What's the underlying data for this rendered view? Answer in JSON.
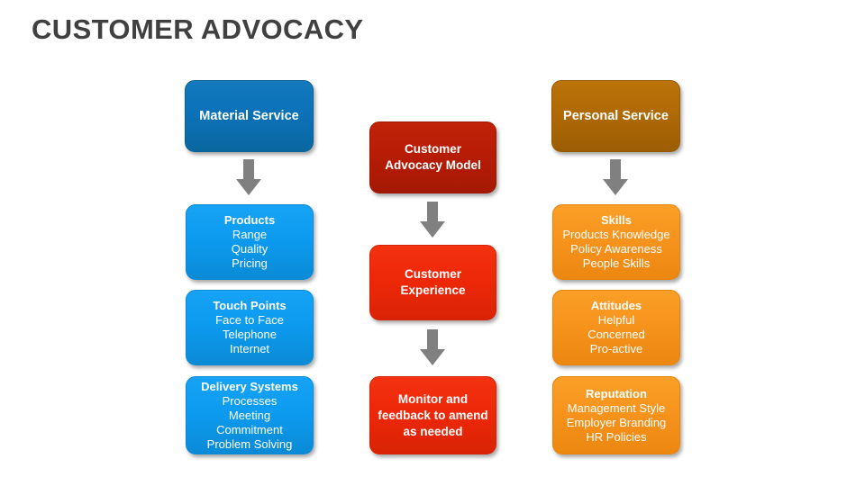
{
  "slide": {
    "title": "CUSTOMER ADVOCACY",
    "background_color": "#FFFFFF",
    "title_color": "#404040"
  },
  "colors": {
    "blue_dark": "#0B72B9",
    "blue_light": "#0C9BF0",
    "red_dark": "#B71C06",
    "red_light": "#EE2808",
    "orange_dark": "#B06A06",
    "orange_light": "#F7941E",
    "arrow_gray": "#808080"
  },
  "columns": {
    "left": {
      "header": {
        "title": "Material Service"
      },
      "nodes": [
        {
          "title": "Products",
          "items": [
            "Range",
            "Quality",
            "Pricing"
          ]
        },
        {
          "title": "Touch Points",
          "items": [
            "Face to Face",
            "Telephone",
            "Internet"
          ]
        },
        {
          "title": "Delivery Systems",
          "items": [
            "Processes",
            "Meeting",
            "Commitment",
            "Problem Solving"
          ]
        }
      ]
    },
    "middle": {
      "header": {
        "title_line1": "Customer",
        "title_line2": "Advocacy Model"
      },
      "nodes": [
        {
          "line1": "Customer",
          "line2": "Experience",
          "line3": ""
        },
        {
          "line1": "Monitor and",
          "line2": "feedback to amend",
          "line3": "as needed"
        }
      ]
    },
    "right": {
      "header": {
        "title": "Personal Service"
      },
      "nodes": [
        {
          "title": "Skills",
          "items": [
            "Products Knowledge",
            "Policy Awareness",
            "People Skills"
          ]
        },
        {
          "title": "Attitudes",
          "items": [
            "Helpful",
            "Concerned",
            "Pro-active"
          ]
        },
        {
          "title": "Reputation",
          "items": [
            "Management Style",
            "Employer Branding",
            "HR Policies"
          ]
        }
      ]
    }
  },
  "arrows": {
    "icon": "arrow-down-icon",
    "count": 4
  }
}
